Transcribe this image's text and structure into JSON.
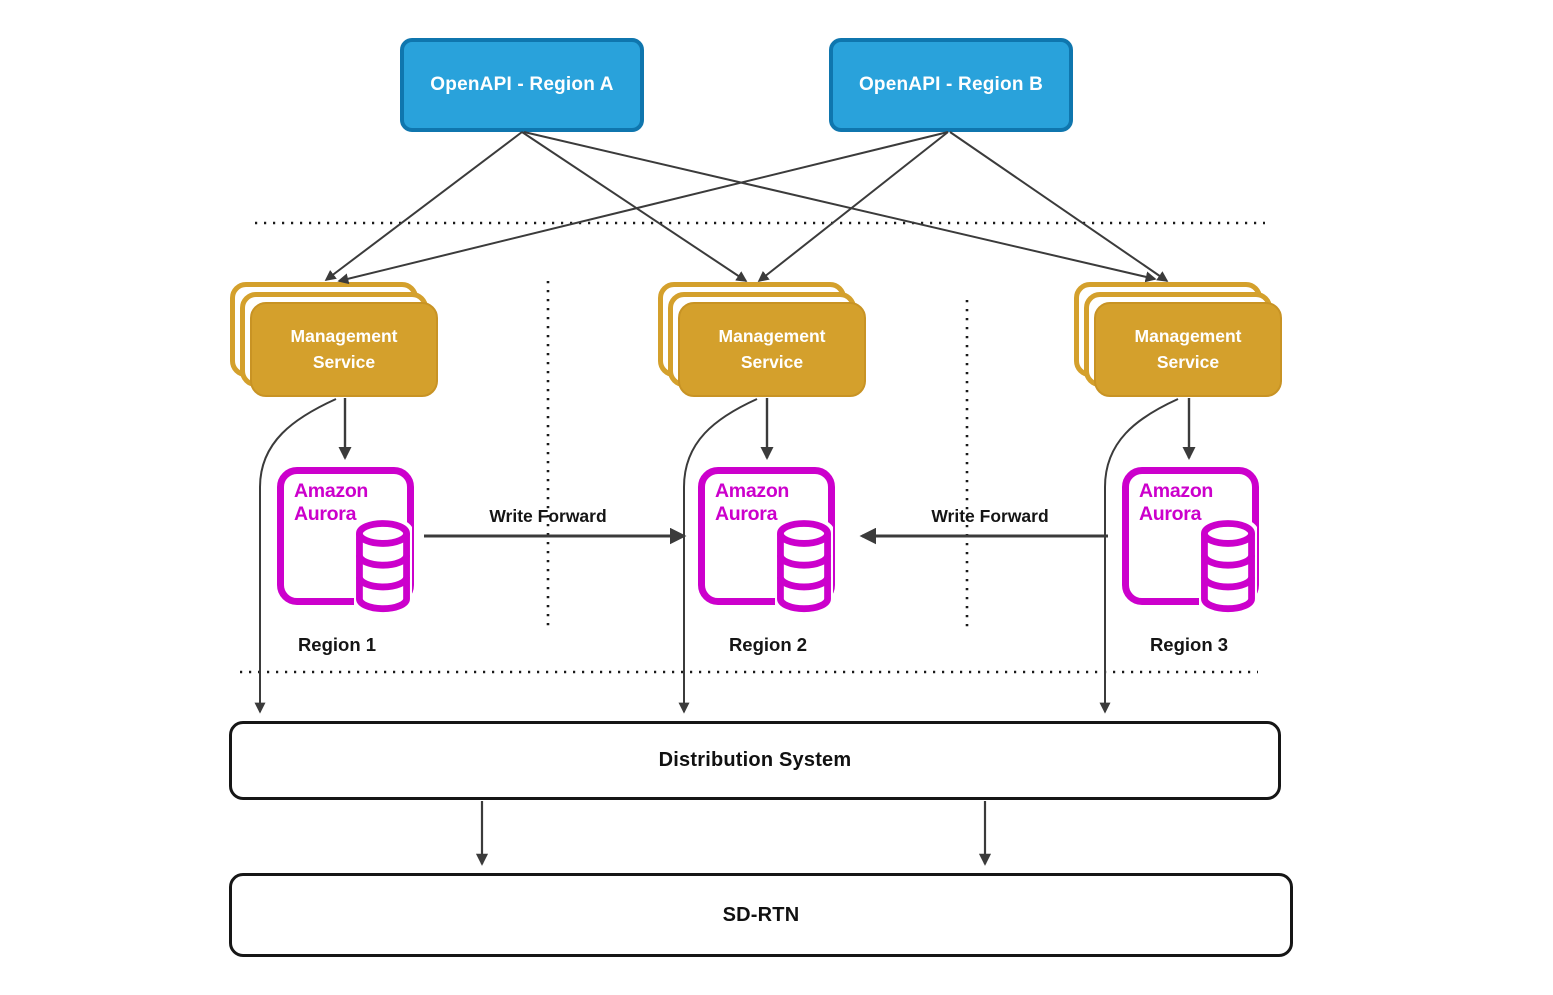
{
  "diagram": {
    "colors": {
      "openapi_fill": "#29A2DB",
      "openapi_border": "#0F76AE",
      "management_fill": "#D4A02C",
      "aurora_accent": "#CC00CC",
      "connector_line": "#3B3B3B",
      "dotted_line": "#1A1A1A"
    },
    "openapi_nodes": [
      {
        "label": "OpenAPI - Region A"
      },
      {
        "label": "OpenAPI - Region B"
      }
    ],
    "regions": [
      {
        "management_label": "Management Service",
        "aurora_label": "Amazon Aurora",
        "region_label": "Region 1"
      },
      {
        "management_label": "Management Service",
        "aurora_label": "Amazon Aurora",
        "region_label": "Region 2"
      },
      {
        "management_label": "Management Service",
        "aurora_label": "Amazon Aurora",
        "region_label": "Region 3"
      }
    ],
    "write_forward_labels": [
      {
        "label": "Write Forward"
      },
      {
        "label": "Write Forward"
      }
    ],
    "distribution_label": "Distribution System",
    "sdrtn_label": "SD-RTN"
  }
}
